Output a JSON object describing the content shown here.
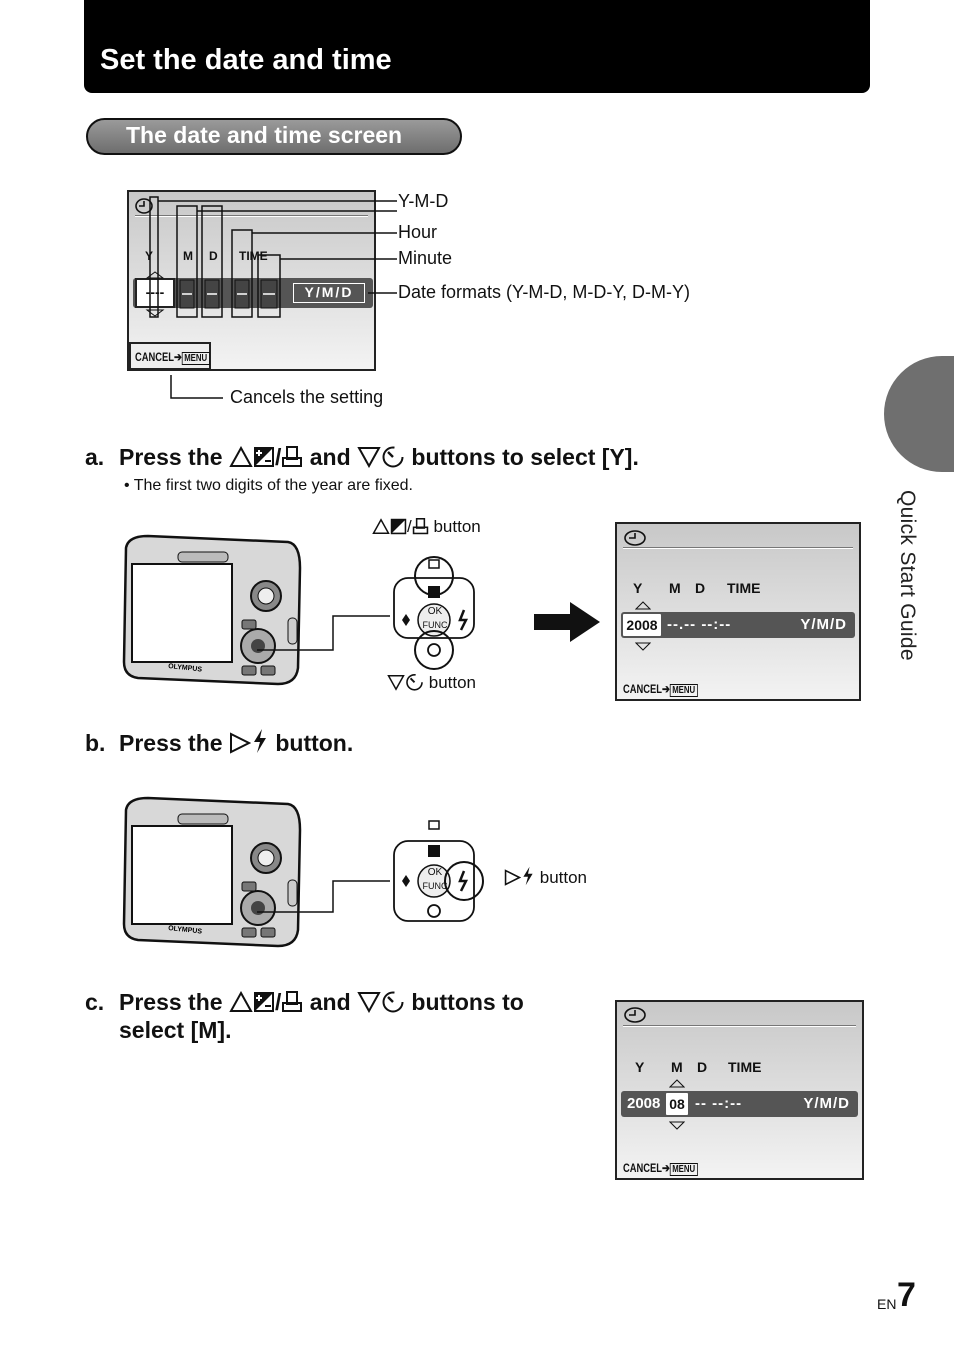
{
  "header": {
    "title": "Set the date and time"
  },
  "section": {
    "title": "The date and time screen"
  },
  "side_tab": {
    "label": "Quick Start Guide"
  },
  "diagram": {
    "labels": {
      "ymd": "Y-M-D",
      "hour": "Hour",
      "minute": "Minute",
      "formats": "Date formats (Y-M-D, M-D-Y, D-M-Y)",
      "cancels": "Cancels the setting"
    },
    "screen": {
      "col_y": "Y",
      "col_m": "M",
      "col_d": "D",
      "col_time": "TIME",
      "field_placeholder": "----",
      "format": "Y/M/D",
      "cancel": "CANCEL",
      "menu": "MENU"
    }
  },
  "step_a": {
    "letter": "a.",
    "prefix": "Press the",
    "and": "and",
    "suffix": "buttons to select [Y].",
    "note": "• The first two digits of the year are fixed.",
    "up_button_label": "button",
    "down_button_label": "button",
    "screen": {
      "col_y": "Y",
      "col_m": "M",
      "col_d": "D",
      "col_time": "TIME",
      "year": "2008",
      "rest": "--.-- --:--",
      "format": "Y/M/D",
      "cancel": "CANCEL",
      "menu": "MENU"
    }
  },
  "step_b": {
    "letter": "b.",
    "prefix": "Press the",
    "suffix": "button.",
    "right_button_label": "button"
  },
  "step_c": {
    "letter": "c.",
    "prefix": "Press the",
    "and": "and",
    "suffix": "buttons to",
    "line2": "select [M].",
    "screen": {
      "col_y": "Y",
      "col_m": "M",
      "col_d": "D",
      "col_time": "TIME",
      "year": "2008",
      "month": "08",
      "rest": "-- --:--",
      "format": "Y/M/D",
      "cancel": "CANCEL",
      "menu": "MENU"
    }
  },
  "camera": {
    "brand": "OLYMPUS"
  },
  "pad": {
    "ok": "OK",
    "func": "FUNC"
  },
  "page": {
    "lang": "EN",
    "number": "7"
  }
}
